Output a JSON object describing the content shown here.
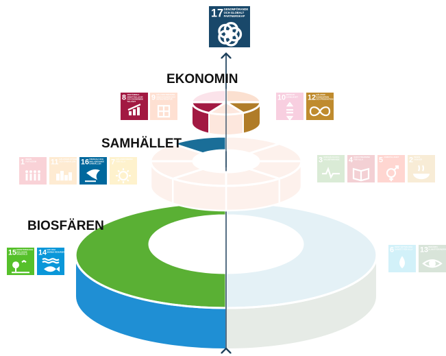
{
  "levels": {
    "economy": "EKONOMIN",
    "society": "SAMHÄLLET",
    "biosphere": "BIOSFÄREN"
  },
  "goals": {
    "g17": {
      "number": "17",
      "lines": [
        "GENOMFÖRANDE",
        "OCH GLOBALT",
        "PARTNERSKAP"
      ],
      "color": "#19486a",
      "icon": "partnership-flower-icon"
    },
    "g8": {
      "number": "8",
      "lines": [
        "ANSTÄNDIGA",
        "ARBETSVILLKOR",
        "OCH EKONOMISK",
        "TILLVÄXT"
      ],
      "color": "#a21942",
      "icon": "growth-bars-icon"
    },
    "g9": {
      "number": "9",
      "lines": [
        "HÅLLBAR INDUSTRI,",
        "INNOVATIONER OCH",
        "INFRASTRUKTUR"
      ],
      "color": "#fd6925",
      "icon": "industry-blocks-icon",
      "faded": true
    },
    "g10": {
      "number": "10",
      "lines": [
        "MINSKAD",
        "OJÄMLIKHET"
      ],
      "color": "#dd1367",
      "icon": "equality-arrows-icon",
      "faded": true
    },
    "g12": {
      "number": "12",
      "lines": [
        "HÅLLBAR",
        "KONSUMTION",
        "OCH PRODUKTION"
      ],
      "color": "#bf8b2e",
      "icon": "infinity-icon"
    },
    "g1": {
      "number": "1",
      "lines": [
        "INGEN",
        "FATTIGDOM"
      ],
      "color": "#e5243b",
      "icon": "family-icon",
      "faded": true
    },
    "g11": {
      "number": "11",
      "lines": [
        "HÅLLBARA STÄDER",
        "OCH SAMHÄLLEN"
      ],
      "color": "#fd9d24",
      "icon": "city-icon",
      "faded": true
    },
    "g16": {
      "number": "16",
      "lines": [
        "FREDLIGA OCH",
        "INKLUDERANDE",
        "SAMHÄLLEN"
      ],
      "color": "#00689d",
      "icon": "dove-icon"
    },
    "g7": {
      "number": "7",
      "lines": [
        "HÅLLBAR ENERGI",
        "FÖR ALLA"
      ],
      "color": "#fcc30b",
      "icon": "sun-icon",
      "faded": true
    },
    "g3": {
      "number": "3",
      "lines": [
        "GOD HÄLSA OCH",
        "VÄLBEFINNANDE"
      ],
      "color": "#4c9f38",
      "icon": "heartbeat-icon",
      "faded": true
    },
    "g4": {
      "number": "4",
      "lines": [
        "GOD UTBILDNING",
        "FÖR ALLA"
      ],
      "color": "#c5192d",
      "icon": "book-icon",
      "faded": true
    },
    "g5": {
      "number": "5",
      "lines": [
        "JÄMSTÄLLDHET"
      ],
      "color": "#ff3a21",
      "icon": "gender-icon",
      "faded": true
    },
    "g2": {
      "number": "2",
      "lines": [
        "INGEN",
        "HUNGER"
      ],
      "color": "#dda63a",
      "icon": "bowl-icon",
      "faded": true
    },
    "g15": {
      "number": "15",
      "lines": [
        "EKOSYSTEM OCH",
        "BIOLOGISK",
        "MÅNGFALD"
      ],
      "color": "#56c02b",
      "icon": "tree-bird-icon"
    },
    "g14": {
      "number": "14",
      "lines": [
        "HAV OCH",
        "MARINA RESURSER"
      ],
      "color": "#0a97d9",
      "icon": "fish-icon"
    },
    "g6": {
      "number": "6",
      "lines": [
        "RENT VATTEN OCH",
        "SANITET FÖR ALLA"
      ],
      "color": "#26bde2",
      "icon": "water-drop-icon",
      "faded": true
    },
    "g13": {
      "number": "13",
      "lines": [
        "BEKÄMPA",
        "KLIMATFÖRÄNDRINGARNA"
      ],
      "color": "#3f7e44",
      "icon": "eye-earth-icon",
      "faded": true
    }
  },
  "colors": {
    "biosphere_green": "#5ab034",
    "biosphere_blue": "#1f8fd4",
    "biosphere_faded_top": "#e4f1f6",
    "biosphere_faded_side": "#e6ebe6",
    "society_blue": "#1a6e98",
    "economy_red": "#a21942",
    "economy_gold": "#b07c28",
    "faded_segment": "#fdf1ec",
    "axis": "#1d3f5a"
  }
}
